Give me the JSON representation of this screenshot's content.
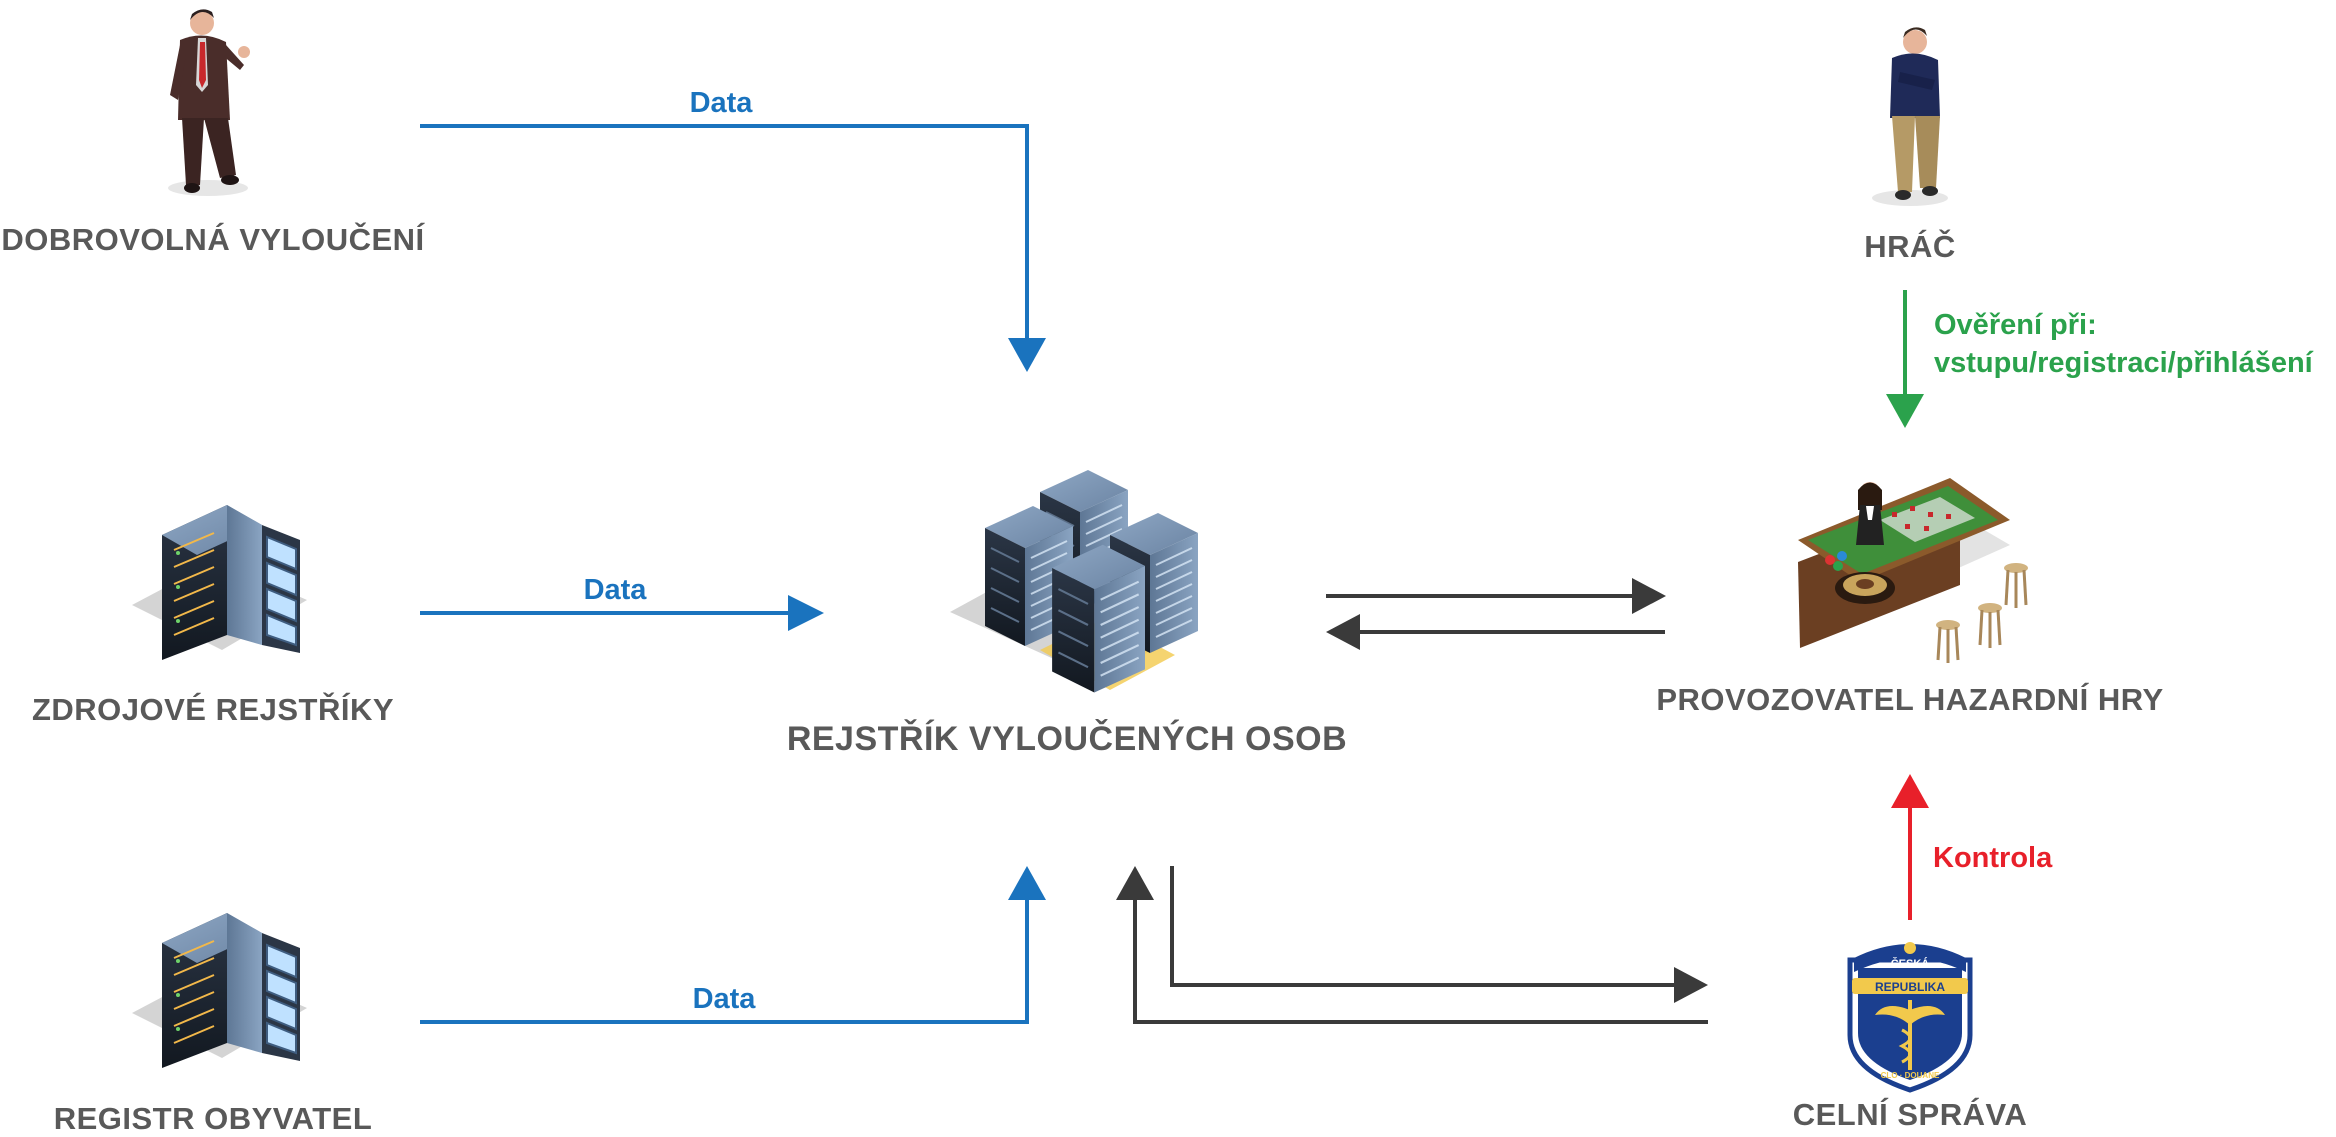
{
  "colors": {
    "data_flow": "#1a73be",
    "verify": "#2ba24c",
    "control": "#e8202a",
    "link": "#3a3a3a",
    "label": "#595959"
  },
  "nodes": {
    "voluntary": {
      "label": "DOBROVOLNÁ VYLOUČENÍ",
      "icon": "person-businessman-icon"
    },
    "source_registers": {
      "label": "ZDROJOVÉ REJSTŘÍKY",
      "icon": "server-rack-icon"
    },
    "population_register": {
      "label": "REGISTR OBYVATEL",
      "icon": "server-rack-icon"
    },
    "registry": {
      "label": "REJSTŘÍK VYLOUČENÝCH OSOB",
      "icon": "server-cluster-icon"
    },
    "player": {
      "label": "HRÁČ",
      "icon": "person-player-icon"
    },
    "operator": {
      "label": "PROVOZOVATEL HAZARDNÍ HRY",
      "icon": "roulette-table-icon"
    },
    "customs": {
      "label": "CELNÍ SPRÁVA",
      "icon": "customs-emblem-icon"
    }
  },
  "emblem": {
    "top_text": "ČESKÁ",
    "mid_text": "REPUBLIKA",
    "bottom_text": "CLO · DOUANE"
  },
  "edges": {
    "voluntary_data": "Data",
    "source_data": "Data",
    "population_data": "Data",
    "player_verify_line1": "Ověření při:",
    "player_verify_line2": "vstupu/registraci/přihlášení",
    "customs_control": "Kontrola"
  }
}
